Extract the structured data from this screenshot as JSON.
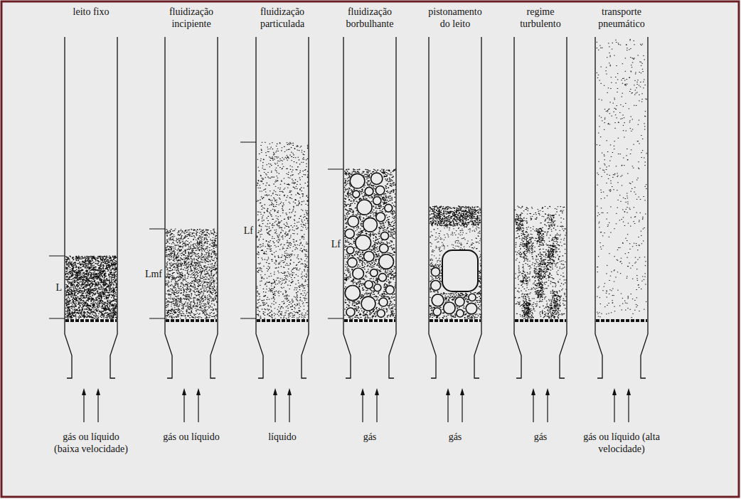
{
  "diagram": {
    "labels": [
      "leito fixo",
      "fluidização incipiente",
      "fluidização particulada",
      "fluidização borbulhante",
      "pistonamento do leito",
      "regime turbulento",
      "transporte pneumático",
      "L",
      "Lmf",
      "Lf",
      "Lf",
      "gás ou líquido (baixa velocidade)",
      "gás ou líquido",
      "líquido",
      "gás",
      "gás",
      "gás",
      "gás ou líquido (alta velocidade)"
    ]
  }
}
